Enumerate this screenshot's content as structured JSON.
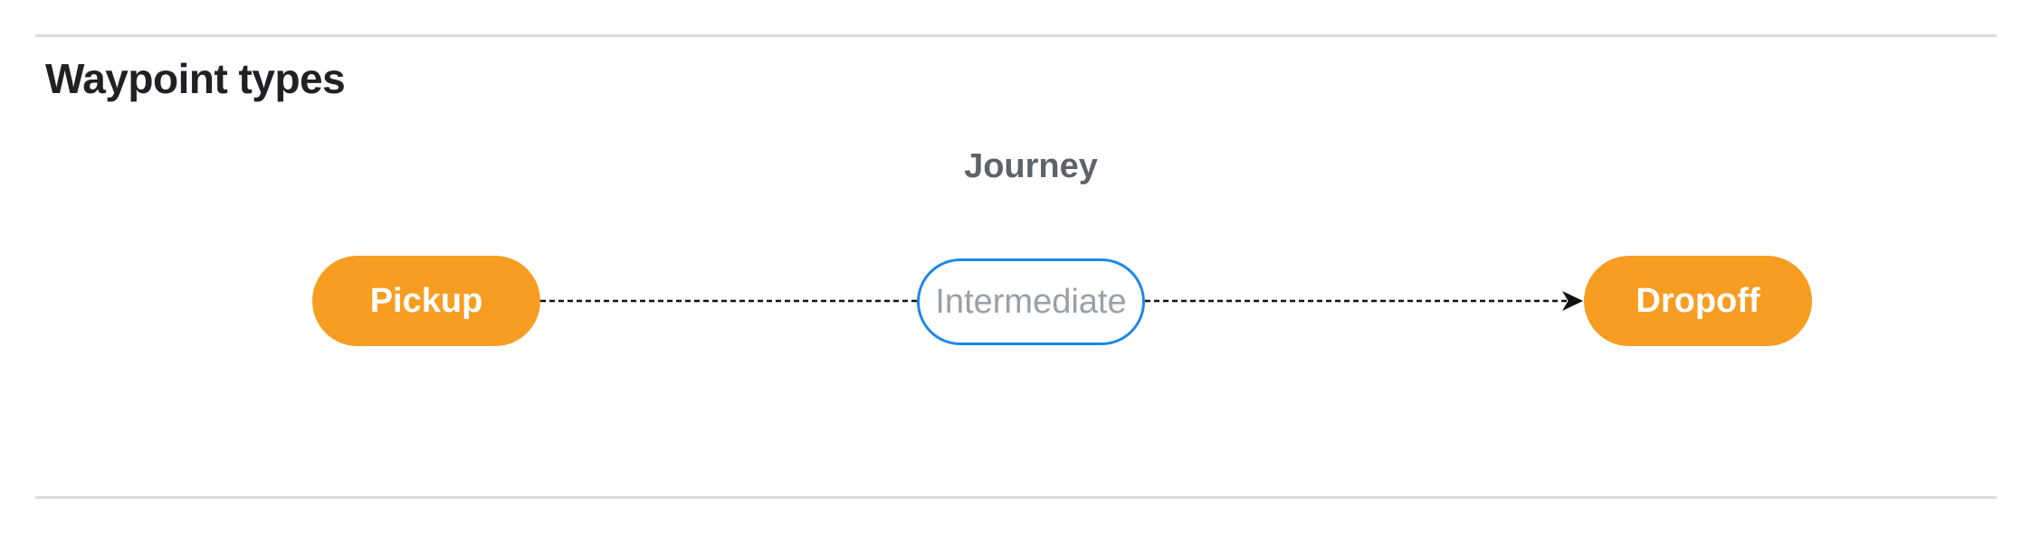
{
  "section": {
    "heading": "Waypoint types"
  },
  "diagram": {
    "title": "Journey",
    "type": "flowchart-left-to-right",
    "nodes": [
      {
        "id": "pickup",
        "label": "Pickup",
        "style": "filled"
      },
      {
        "id": "intermediate",
        "label": "Intermediate",
        "style": "outlined"
      },
      {
        "id": "dropoff",
        "label": "Dropoff",
        "style": "filled"
      }
    ],
    "edges": [
      {
        "from": "pickup",
        "to": "intermediate",
        "style": "dashed",
        "arrowhead": false
      },
      {
        "from": "intermediate",
        "to": "dropoff",
        "style": "dashed",
        "arrowhead": true
      }
    ]
  },
  "colors": {
    "heading_color": "#202124",
    "title_color": "#5f6368",
    "node_fill": "#F79D22",
    "node_text": "#ffffff",
    "outline_border": "#1C88E8",
    "outline_text": "#9AA0A6",
    "edge_color": "#111111",
    "divider_color": "#DADCE0",
    "page_bg": "#ffffff"
  }
}
